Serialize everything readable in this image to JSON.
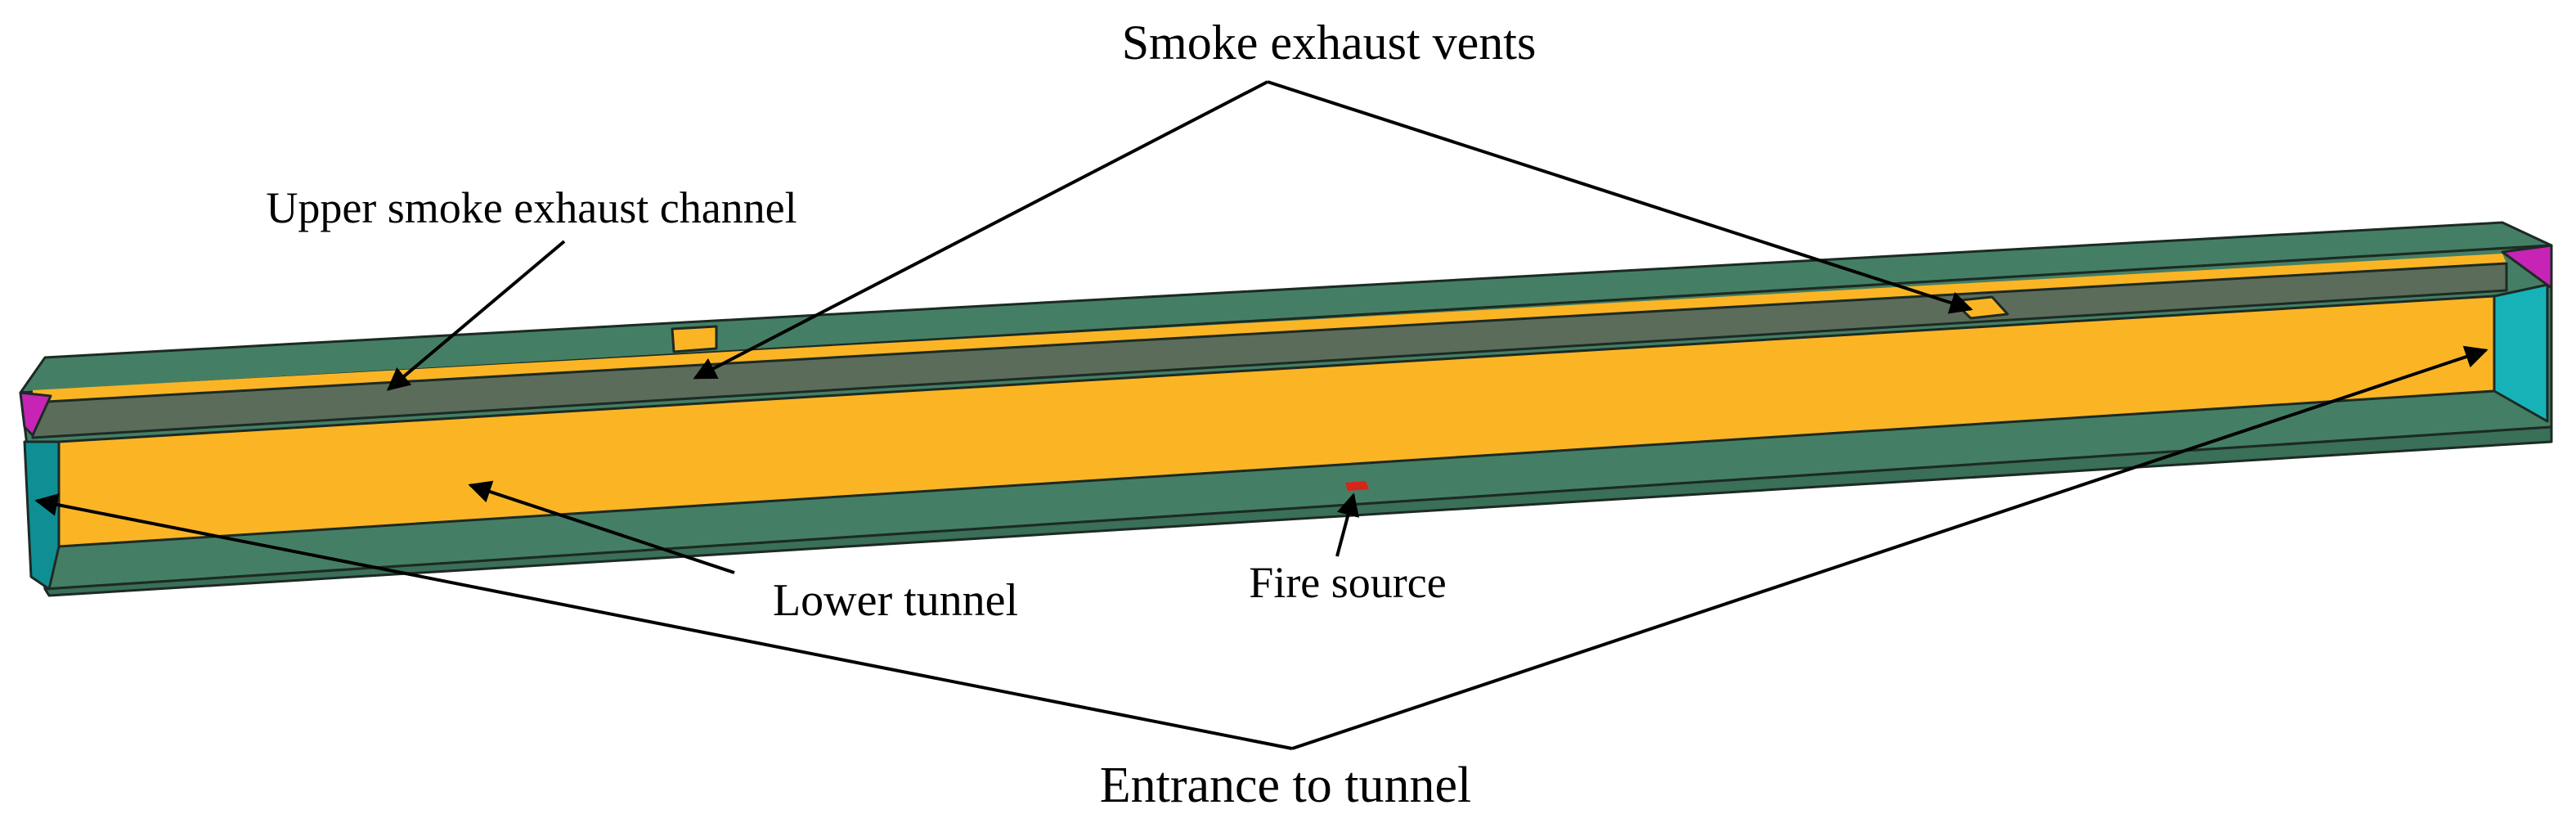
{
  "labels": {
    "smoke_exhaust_vents": "Smoke exhaust vents",
    "upper_channel": "Upper smoke exhaust channel",
    "lower_tunnel": "Lower tunnel",
    "fire_source": "Fire source",
    "entrance": "Entrance to tunnel"
  },
  "colors": {
    "outer_wall": "#447f65",
    "outer_wall_dark": "#3a6f58",
    "tunnel_interior": "#fbb524",
    "partition": "#5b6d5a",
    "entrance_face": "#17b2b8",
    "entrance_face_dark": "#0f8f94",
    "upper_end_face": "#c724b5",
    "fire": "#d8241a",
    "outline": "#1d2a24"
  }
}
